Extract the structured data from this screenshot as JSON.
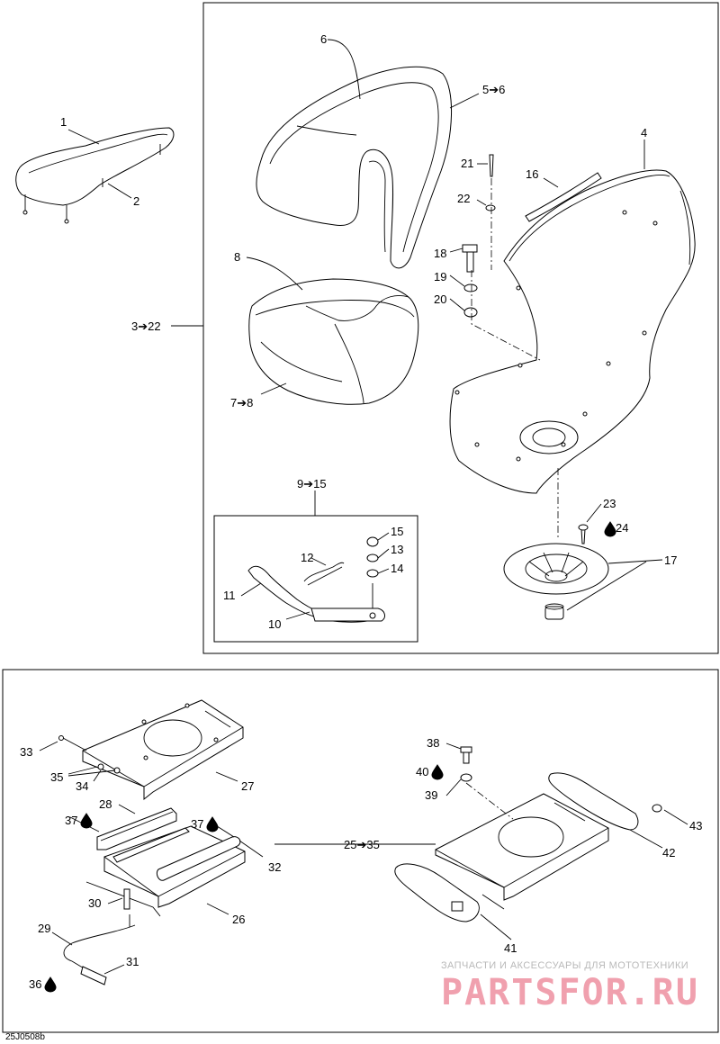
{
  "diagram": {
    "callouts": {
      "c1": "1",
      "c2": "2",
      "c3_22": "3➔22",
      "c4": "4",
      "c5_6": "5➔6",
      "c6": "6",
      "c7_8": "7➔8",
      "c8": "8",
      "c9_15": "9➔15",
      "c10": "10",
      "c11": "11",
      "c12": "12",
      "c13": "13",
      "c14": "14",
      "c15": "15",
      "c16": "16",
      "c17": "17",
      "c18": "18",
      "c19": "19",
      "c20": "20",
      "c21": "21",
      "c22": "22",
      "c23": "23",
      "c24": "24",
      "c25_35": "25➔35",
      "c26": "26",
      "c27": "27",
      "c28": "28",
      "c29": "29",
      "c30": "30",
      "c31": "31",
      "c32": "32",
      "c33": "33",
      "c34": "34",
      "c35": "35",
      "c36": "36",
      "c37a": "37",
      "c37b": "37",
      "c38": "38",
      "c39": "39",
      "c40": "40",
      "c41": "41",
      "c42": "42",
      "c43": "43"
    },
    "drop_icon": "liquid-drop-icon",
    "footer_code": "25J0508b"
  },
  "watermark": {
    "tagline": "ЗАПЧАСТИ И АКСЕССУАРЫ ДЛЯ МОТОТЕХНИКИ",
    "brand": "PARTSFOR.RU",
    "brand_color": "#f0a0ae"
  }
}
